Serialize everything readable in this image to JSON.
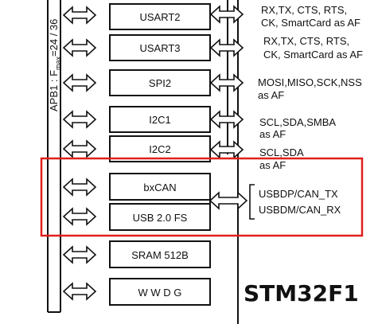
{
  "diagram": {
    "bus_label": "APB1 : F",
    "bus_label_sub": "max",
    "bus_label_tail": "=24 / 36",
    "brand": "STM32F1",
    "highlight_color": "#e0201c",
    "blocks": [
      {
        "id": "usart2",
        "label": "USART2"
      },
      {
        "id": "usart3",
        "label": "USART3"
      },
      {
        "id": "spi2",
        "label": "SPI2"
      },
      {
        "id": "i2c1",
        "label": "I2C1"
      },
      {
        "id": "i2c2",
        "label": "I2C2"
      },
      {
        "id": "bxcan",
        "label": "bxCAN"
      },
      {
        "id": "usb",
        "label": "USB 2.0 FS"
      },
      {
        "id": "sram",
        "label": "SRAM 512B"
      },
      {
        "id": "wwdg",
        "label": "W W D G"
      }
    ],
    "signals": [
      {
        "id": "usart2-sig",
        "lines": [
          "RX,TX, CTS, RTS,",
          "CK, SmartCard as AF"
        ]
      },
      {
        "id": "usart3-sig",
        "lines": [
          "RX,TX, CTS, RTS,",
          "CK, SmartCard as AF"
        ]
      },
      {
        "id": "spi2-sig",
        "lines": [
          "MOSI,MISO,SCK,NSS",
          "as AF"
        ]
      },
      {
        "id": "i2c1-sig",
        "lines": [
          "SCL,SDA,SMBA",
          "as AF"
        ]
      },
      {
        "id": "i2c2-sig",
        "lines": [
          "SCL,SDA",
          "as AF"
        ]
      }
    ],
    "shared_pins": [
      "USBDP/CAN_TX",
      "USBDM/CAN_RX"
    ]
  }
}
